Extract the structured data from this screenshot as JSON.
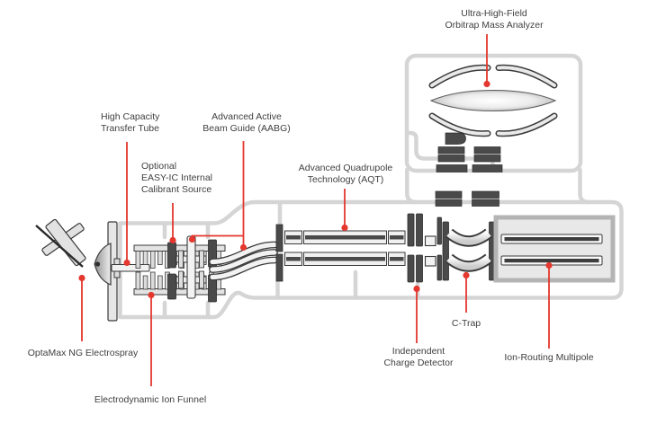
{
  "labels": {
    "orbitrap_analyzer": {
      "line1": "Ultra-High-Field",
      "line2": "Orbitrap Mass Analyzer"
    },
    "transfer_tube": {
      "line1": "High Capacity",
      "line2": "Transfer Tube"
    },
    "calibrant_source": {
      "line1": "Optional",
      "line2": "EASY-IC Internal",
      "line3": "Calibrant Source"
    },
    "beam_guide": {
      "line1": "Advanced Active",
      "line2": "Beam Guide (AABG)"
    },
    "quadrupole": {
      "line1": "Advanced Quadrupole",
      "line2": "Technology (AQT)"
    },
    "electrospray": {
      "line1": "OptaMax NG Electrospray"
    },
    "ion_funnel": {
      "line1": "Electrodynamic Ion Funnel"
    },
    "charge_detector": {
      "line1": "Independent",
      "line2": "Charge Detector"
    },
    "c_trap": {
      "line1": "C-Trap"
    },
    "ion_routing_multipole": {
      "line1": "Ion-Routing Multipole"
    }
  },
  "colors": {
    "leader_red": "#e4372e",
    "housing_gray": "#d5d5d5",
    "component_dark": "#4a4a4a",
    "outline_dark": "#3a3a3a",
    "light_fill": "#ececec",
    "hcd_box_border": "#b4b4b4",
    "hcd_box_fill": "#e8e8e8",
    "text": "#3f3f3f",
    "background": "#ffffff"
  }
}
